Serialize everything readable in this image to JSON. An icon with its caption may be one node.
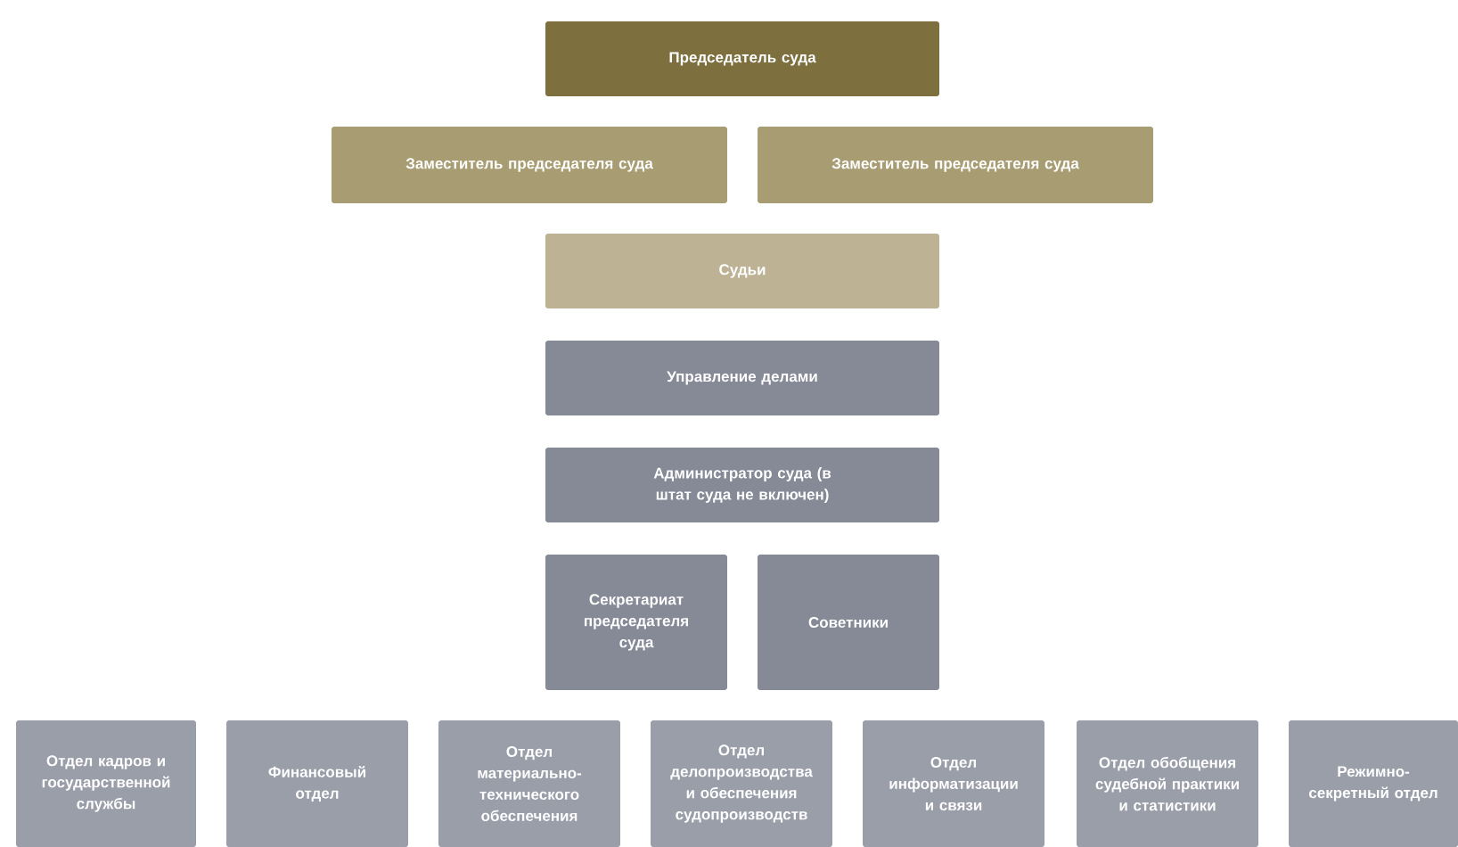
{
  "diagram": {
    "nodes": [
      {
        "text": [
          "Председатель суда"
        ]
      },
      {
        "text": [
          "Заместитель председателя суда"
        ]
      },
      {
        "text": [
          "Заместитель председателя суда"
        ]
      },
      {
        "text": [
          "Судьи"
        ]
      },
      {
        "text": [
          "Управление делами"
        ]
      },
      {
        "text": [
          "Администратор суда (в штат суда не включен)"
        ]
      },
      {
        "text": [
          "Секретариат председателя суда"
        ]
      },
      {
        "text": [
          "Советники"
        ]
      },
      {
        "text": [
          "Отдел кадров и государственной службы"
        ]
      },
      {
        "text": [
          "Финансовый отдел"
        ]
      },
      {
        "text": [
          "Отдел материально-технического обеспечения"
        ]
      },
      {
        "text": [
          "Отдел делопроизводства и обеспечения судопроизводств"
        ]
      },
      {
        "text": [
          "Отдел информатизации и связи"
        ]
      },
      {
        "text": [
          "Отдел обобщения судебной практики и статистики"
        ]
      },
      {
        "text": [
          "Режимно-секретный отдел"
        ]
      }
    ]
  }
}
